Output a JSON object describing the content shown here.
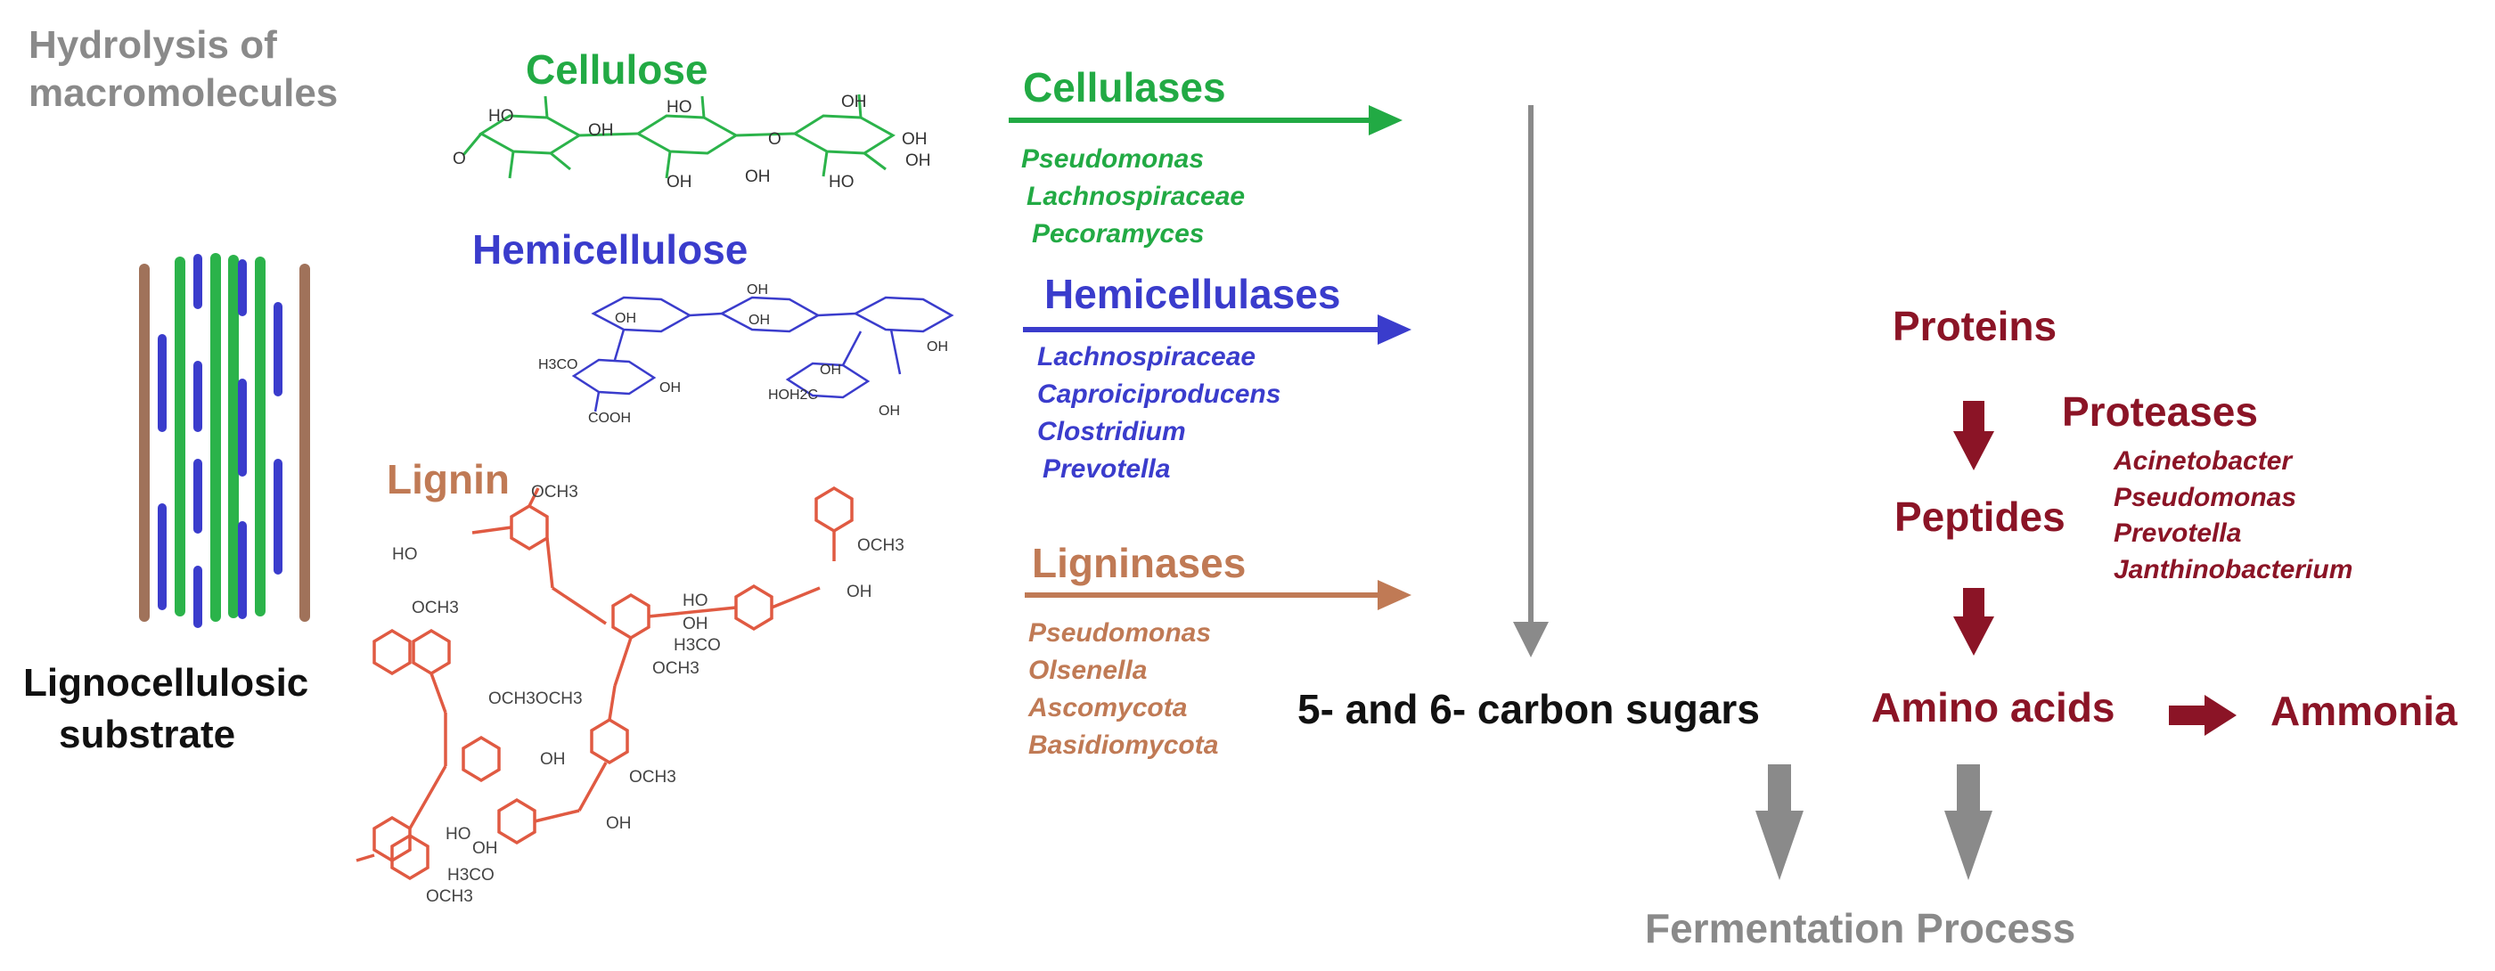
{
  "title": {
    "line1": "Hydrolysis of",
    "line2": "macromolecules"
  },
  "substrate": {
    "line1": "Lignocellulosic",
    "line2": "substrate"
  },
  "cellulose": {
    "name": "Cellulose",
    "enzyme": "Cellulases",
    "organisms": [
      "Pseudomonas",
      "Lachnospiraceae",
      "Pecoramyces"
    ],
    "atom_labels": [
      "HO",
      "OH",
      "HO",
      "O",
      "OH",
      "OH",
      "OH",
      "O",
      "OH",
      "HO",
      "OH"
    ]
  },
  "hemicellulose": {
    "name": "Hemicellulose",
    "enzyme": "Hemicellulases",
    "organisms": [
      "Lachnospiraceae",
      "Caproiciproducens",
      "Clostridium",
      "Prevotella"
    ],
    "atom_labels": [
      "OH",
      "OH",
      "OH",
      "OH",
      "H3CO",
      "OH",
      "COOH",
      "HOH2C",
      "OH",
      "OH"
    ]
  },
  "lignin": {
    "name": "Lignin",
    "enzyme": "Ligninases",
    "organisms": [
      "Pseudomonas",
      "Olsenella",
      "Ascomycota",
      "Basidiomycota"
    ],
    "atom_labels": [
      "OCH3",
      "HO",
      "OCH3",
      "OCH3",
      "OCH3OCH3",
      "HO",
      "OH",
      "H3CO",
      "OCH3",
      "OH",
      "OH",
      "OCH3",
      "OH",
      "HO",
      "H3CO",
      "OCH3",
      "OH"
    ]
  },
  "sugars": "5- and 6- carbon sugars",
  "proteins": {
    "name": "Proteins",
    "enzyme": "Proteases",
    "organisms": [
      "Acinetobacter",
      "Pseudomonas",
      "Prevotella",
      "Janthinobacterium"
    ],
    "peptides": "Peptides",
    "amino_acids": "Amino acids",
    "ammonia": "Ammonia"
  },
  "fermentation": "Fermentation Process",
  "colors": {
    "cellulose": "#22aa44",
    "hemicellulose": "#3a3ccc",
    "lignin": "#c07a55",
    "lignin_structure": "#e05a42",
    "protein": "#8b1426",
    "gray": "#8a8a8a",
    "dark": "#111111"
  }
}
